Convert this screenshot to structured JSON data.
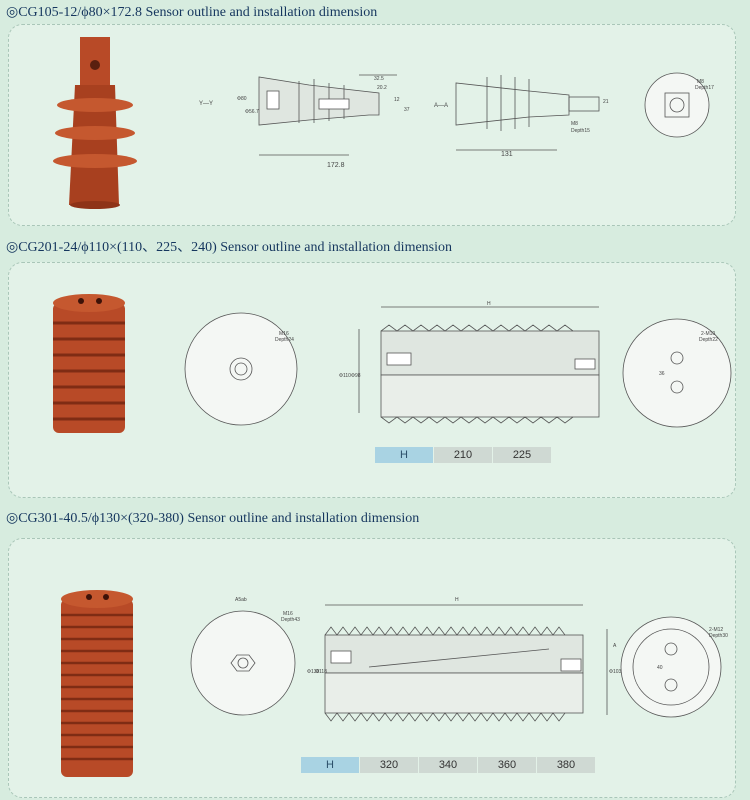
{
  "sections": [
    {
      "title": "◎CG105-12/ϕ80×172.8 Sensor outline and installation dimension",
      "dims": {
        "d_phi80": "Φ80",
        "d_phi56": "Φ56.7",
        "d_32": "32.5",
        "d_20": "20.2",
        "d_12": "12",
        "d_37": "37",
        "d_172": "172.8",
        "d_131": "131",
        "d_21": "21",
        "d_m8": "M8",
        "d_depth15": "Depth15",
        "d_depth17": "Depth17",
        "d_yy": "Y—Y",
        "d_aa": "A—A"
      }
    },
    {
      "title": "◎CG201-24/ϕ110×(110、225、240) Sensor outline and installation dimension",
      "dims": {
        "d_h": "H",
        "d_phi110": "Φ110",
        "d_phi98": "Φ98",
        "d_m16": "M16",
        "d_depth24": "Depth24",
        "d_2m10": "2-M10",
        "d_depth22": "Depth22",
        "d_36": "36"
      },
      "table": {
        "header": "H",
        "values": [
          "210",
          "225"
        ]
      }
    },
    {
      "title": "◎CG301-40.5/ϕ130×(320-380) Sensor outline and installation dimension",
      "dims": {
        "d_h": "H",
        "d_phi130": "Φ130",
        "d_phi118": "Φ118",
        "d_phi103": "Φ103",
        "d_m16": "M16",
        "d_depth43": "Depth43",
        "d_2m12": "2-M12",
        "d_depth30": "Depth30",
        "d_a5": "A5ab",
        "d_40": "40",
        "d_a": "A"
      },
      "table": {
        "header": "H",
        "values": [
          "320",
          "340",
          "360",
          "380"
        ]
      }
    }
  ],
  "colors": {
    "background": "#d7ecdf",
    "insulator": "#b84a27",
    "title": "#15365e",
    "table_header": "#a9d3e3"
  }
}
